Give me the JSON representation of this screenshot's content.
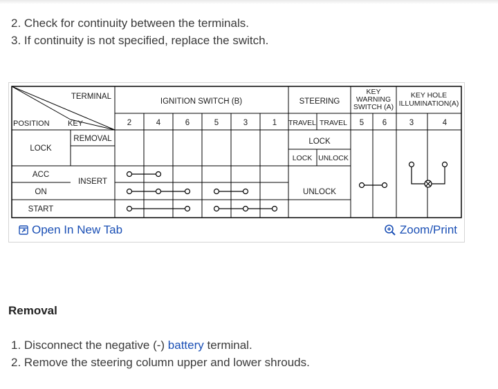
{
  "steps_top": [
    "2. Check for continuity between the terminals.",
    "3. If continuity is not specified, replace the switch."
  ],
  "table": {
    "header": {
      "terminal": "TERMINAL",
      "position": "POSITION",
      "key": "KEY",
      "ignition": "IGNITION SWITCH (B)",
      "steering": "STEERING",
      "kw_line1": "KEY",
      "kw_line2": "WARNING",
      "kw_line3": "SWITCH (A)",
      "kh_line1": "KEY HOLE",
      "kh_line2": "ILLUMINATION(A)"
    },
    "terminals": [
      "2",
      "4",
      "6",
      "5",
      "3",
      "1"
    ],
    "travel": [
      "TRAVEL",
      "TRAVEL"
    ],
    "kw_terminals": [
      "5",
      "6"
    ],
    "kh_terminals": [
      "3",
      "4"
    ],
    "rows": {
      "lock": "LOCK",
      "acc": "ACC",
      "on": "ON",
      "start": "START"
    },
    "key_states": {
      "removal": "REMOVAL",
      "insert": "INSERT"
    },
    "steering_states": {
      "lock": "LOCK",
      "lock_sub": "LOCK",
      "unlock_sub": "UNLOCK",
      "unlock": "UNLOCK"
    }
  },
  "links": {
    "open_tab": "Open In New Tab",
    "zoom_print": "Zoom/Print"
  },
  "removal_heading": "Removal",
  "steps_bottom": {
    "s1_pre": "1. Disconnect the negative (-) ",
    "s1_link": "battery",
    "s1_post": " terminal.",
    "s2": "2. Remove the steering column upper and lower shrouds."
  },
  "colors": {
    "link": "#1a4fb5",
    "text": "#3a3a3a"
  }
}
